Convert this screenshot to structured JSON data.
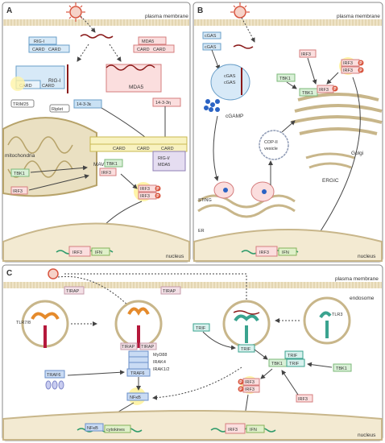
{
  "panels": {
    "A": {
      "letter": "A",
      "membrane": "plasma membrane",
      "rig1": "RIG-I",
      "mda5": "MDA5",
      "card": "CARD",
      "trim25": "TRIM25",
      "riplet": "Riplet",
      "p1433e": "14-3-3ε",
      "p1433n": "14-3-3η",
      "mito": "mitochondria",
      "mavs": "MAVS",
      "tbk1": "TBK1",
      "irf3": "IRF3",
      "p": "P",
      "rigmda": [
        "RIG-I/",
        "MDA5"
      ],
      "nucleus": "nucleus",
      "ifn": "IFN"
    },
    "B": {
      "letter": "B",
      "membrane": "plasma membrane",
      "cgas": "cGAS",
      "cgamp": "cGAMP",
      "tbk1": "TBK1",
      "irf3": "IRF3",
      "sting": "STING",
      "er": "ER",
      "copii": [
        "COP-II",
        "vesicle"
      ],
      "golgi": "Golgi",
      "ergic": "ERGIC",
      "nucleus": "nucleus",
      "ifn": "IFN",
      "p": "P"
    },
    "C": {
      "letter": "C",
      "membrane": "plasma membrane",
      "tirap": "TIRAP",
      "tlr74": "TLR7/8",
      "tlr3": "TLR3",
      "endosome": "endosome",
      "trif": "TRIF",
      "myd88": "MyD88",
      "irak4": "IRAK4",
      "irak12": "IRAK1/2",
      "traf6": "TRAF6",
      "nfkb": "NFκB",
      "cytokines": "cytokines",
      "tbk1": "TBK1",
      "irf3": "IRF3",
      "ifn": "IFN",
      "nucleus": "nucleus",
      "p": "P"
    }
  }
}
